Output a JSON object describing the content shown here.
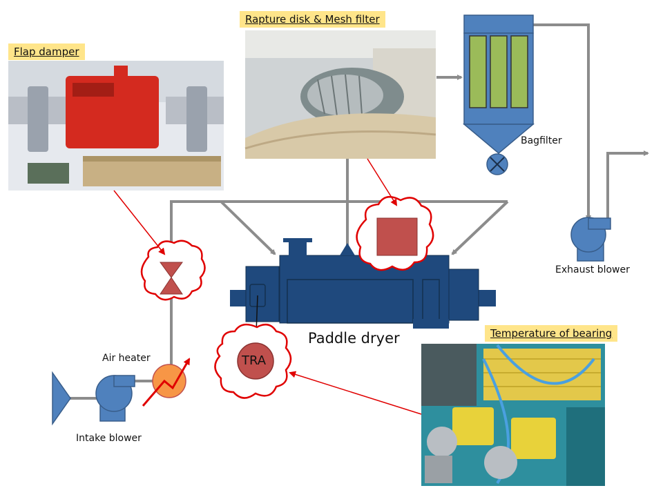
{
  "callouts": {
    "flap_damper": "Flap damper",
    "rapture_disk": "Rapture disk & Mesh filter",
    "temperature_bearing": "Temperature of bearing"
  },
  "equipment": {
    "bagfilter": "Bagfilter",
    "exhaust_blower": "Exhaust blower",
    "paddle_dryer": "Paddle dryer",
    "air_heater": "Air heater",
    "intake_blower": "Intake blower",
    "tra": "TRA"
  },
  "colors": {
    "equipment_blue": "#1f497d",
    "blower_blue": "#4f81bd",
    "pipe_gray": "#8c8c8c",
    "callout_yellow": "#ffe58a",
    "alarm_red": "#c0504d",
    "cloud_red": "#e00000",
    "heater_orange": "#f79646",
    "filter_green": "#9bbb59"
  }
}
